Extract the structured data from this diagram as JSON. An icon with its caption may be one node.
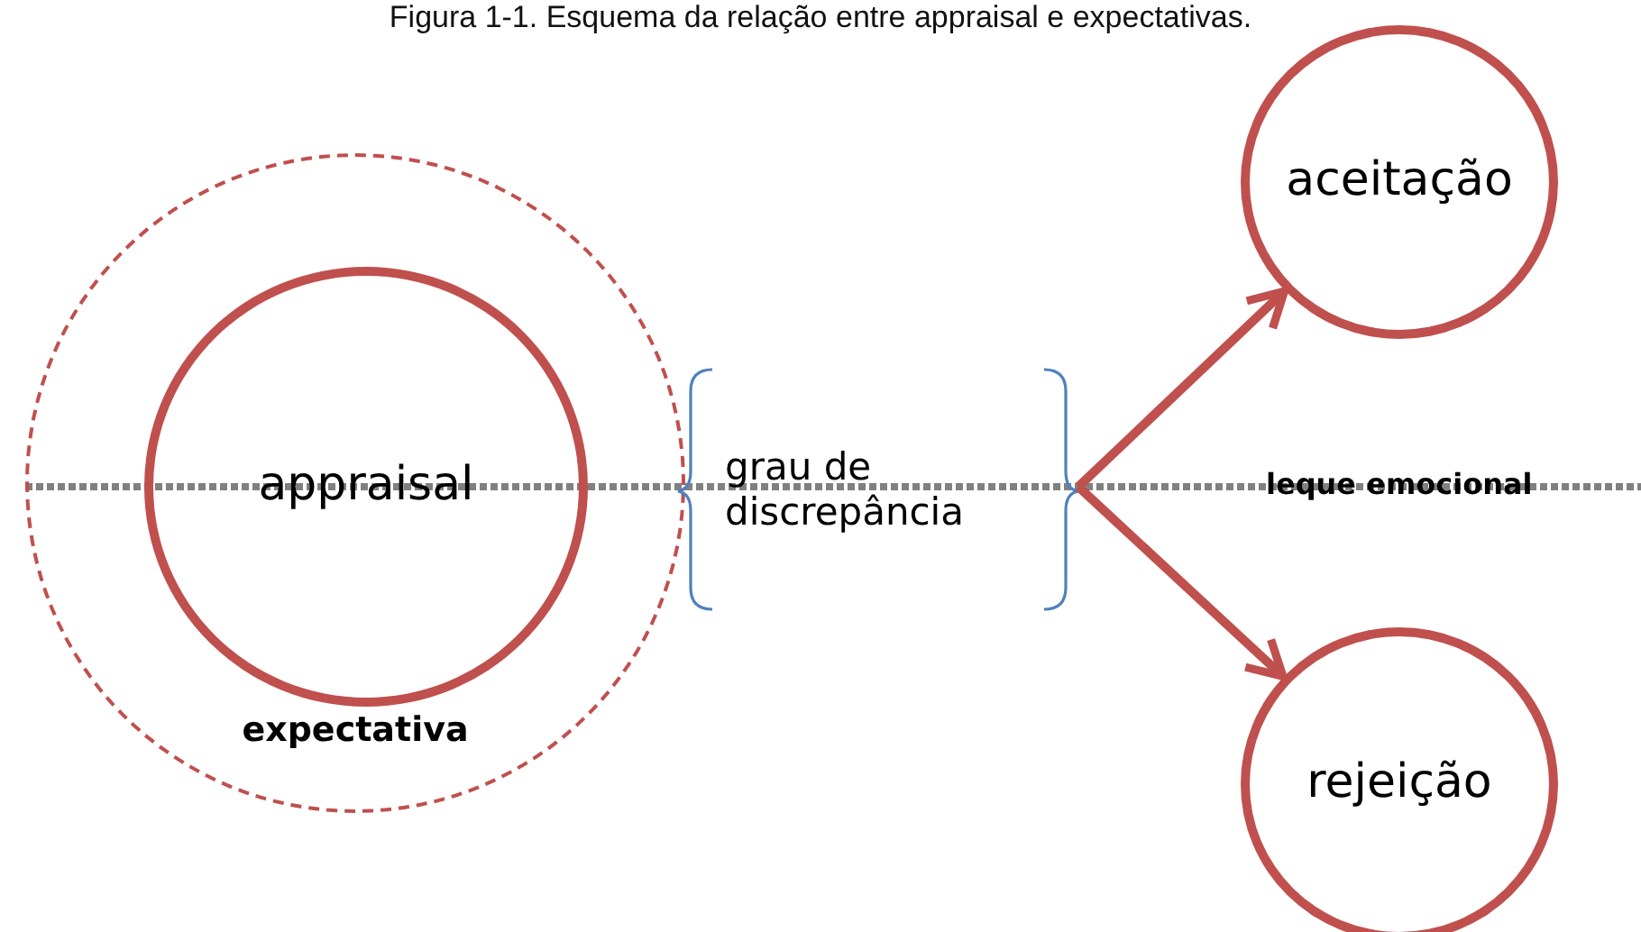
{
  "diagram": {
    "title": "Figura 1-1. Esquema da relação entre appraisal e expectativas.",
    "nodes": [
      {
        "text": [
          "expectativa"
        ]
      },
      {
        "text": [
          "appraisal"
        ],
        "in": 0
      },
      {
        "text": [
          "grau de discrepância"
        ]
      },
      {
        "text": [
          "aceitação"
        ]
      },
      {
        "text": [
          "rejeição"
        ]
      }
    ],
    "edges": [
      {
        "from": 2,
        "to": 3,
        "arrow": "to"
      },
      {
        "from": 2,
        "to": 4,
        "arrow": "to"
      }
    ],
    "labels": [
      "leque emocional"
    ]
  }
}
